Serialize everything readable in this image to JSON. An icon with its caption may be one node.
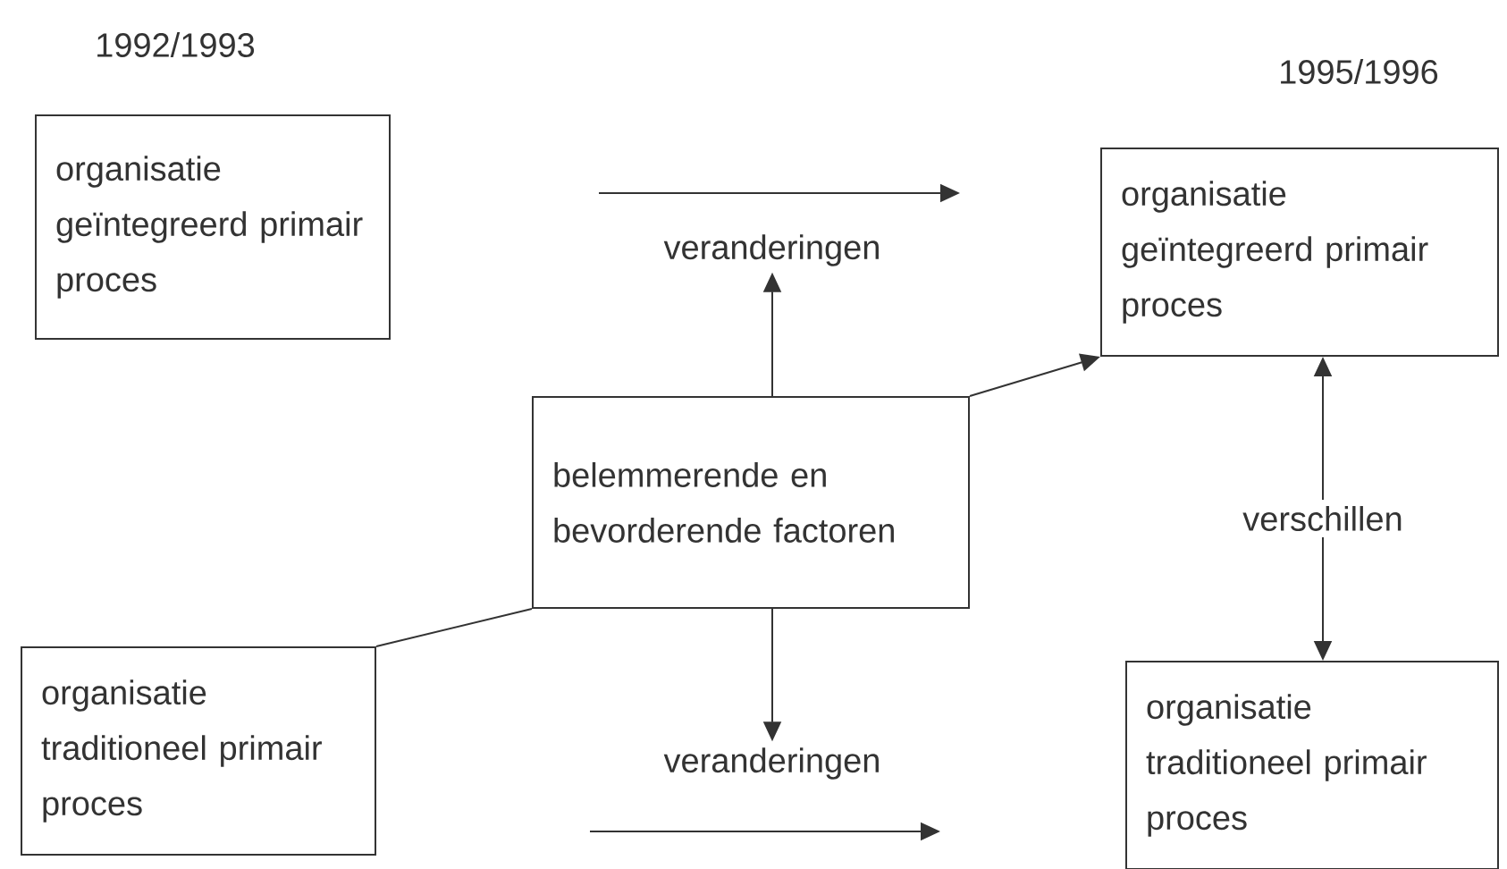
{
  "diagram": {
    "nodes": [
      {
        "text": [
          "organisatie geïntegreerd primair proces"
        ]
      },
      {
        "text": [
          "organisatie traditioneel primair proces"
        ]
      },
      {
        "text": [
          "belemmerende en bevorderende factoren"
        ]
      },
      {
        "text": [
          "organisatie geïntegreerd primair proces"
        ]
      },
      {
        "text": [
          "organisatie traditioneel primair proces"
        ]
      },
      {
        "text": [
          "veranderingen"
        ]
      },
      {
        "text": [
          "veranderingen"
        ]
      },
      {
        "text": [
          "verschillen"
        ]
      }
    ],
    "edges": [
      {
        "from": 1,
        "to": 2,
        "arrow": "none"
      },
      {
        "from": 2,
        "to": 3,
        "arrow": "to"
      },
      {
        "from": 2,
        "to": 5,
        "arrow": "to"
      },
      {
        "from": 2,
        "to": 6,
        "arrow": "to"
      },
      {
        "from": 7,
        "to": 3,
        "arrow": "to"
      },
      {
        "from": 7,
        "to": 4,
        "arrow": "to"
      }
    ],
    "labels": [
      "1992/1993",
      "1995/1996"
    ]
  }
}
